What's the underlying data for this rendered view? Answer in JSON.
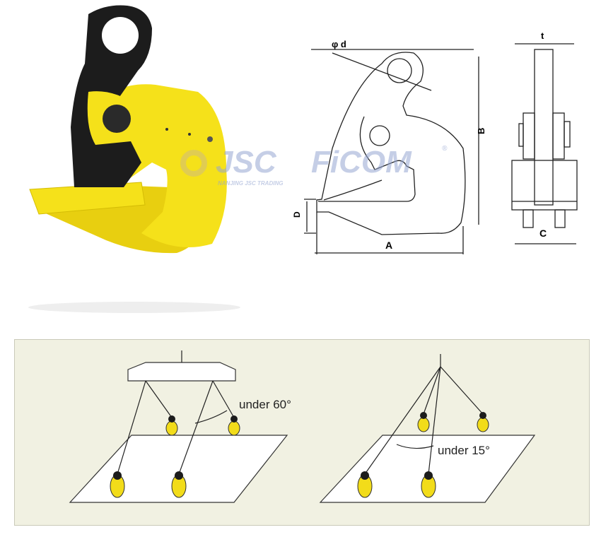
{
  "drawing": {
    "labels": {
      "phi_d": "φ d",
      "B": "B",
      "D": "D",
      "A": "A",
      "t": "t",
      "C": "C"
    }
  },
  "watermark": {
    "brand_left": "JSC",
    "brand_right": "FiCOM",
    "subtitle": "NANJING JSC TRADING",
    "registered": "®"
  },
  "usage": {
    "left_angle_label": "under 60°",
    "right_angle_label": "under 15°"
  },
  "colors": {
    "clamp_yellow": "#f5e11a",
    "cam_black": "#1c1c1c",
    "panel_bg": "#f1f1e2"
  }
}
